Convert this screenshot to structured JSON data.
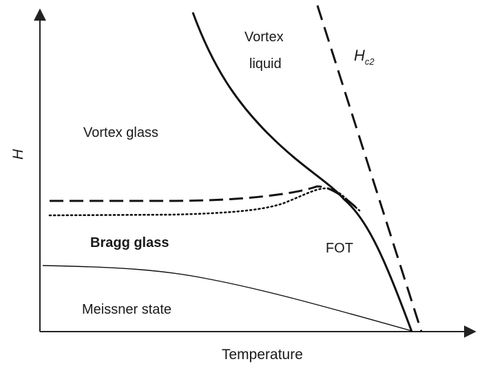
{
  "axes": {
    "x_label": "Temperature",
    "y_label": "H"
  },
  "regions": {
    "vortex_liquid_line1": "Vortex",
    "vortex_liquid_line2": "liquid",
    "vortex_glass": "Vortex glass",
    "bragg_glass": "Bragg glass",
    "meissner_state": "Meissner state",
    "fot": "FOT"
  },
  "hc2": {
    "main": "H",
    "sub": "c2"
  },
  "colors": {
    "lines": "#111111",
    "axes": "#222222",
    "text": "#1a1a1a",
    "background": "#ffffff"
  }
}
